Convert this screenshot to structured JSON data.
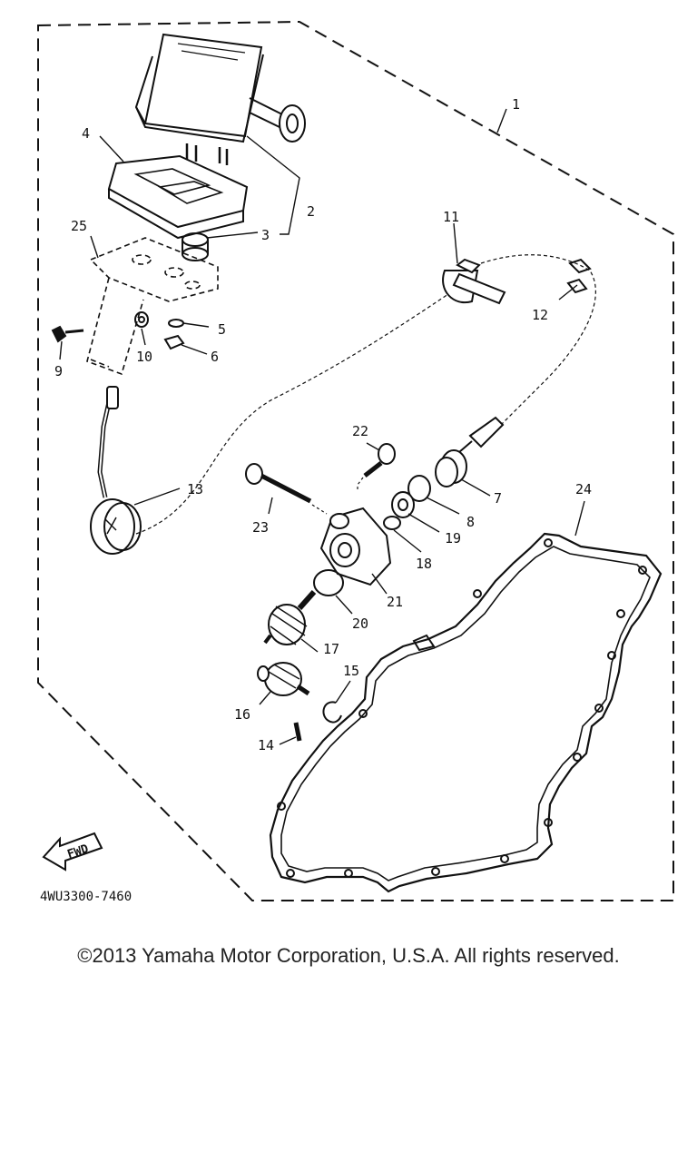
{
  "diagram": {
    "part_numbers": [
      "1",
      "2",
      "3",
      "4",
      "5",
      "6",
      "7",
      "8",
      "9",
      "10",
      "11",
      "12",
      "13",
      "14",
      "15",
      "16",
      "17",
      "18",
      "19",
      "20",
      "21",
      "22",
      "23",
      "24",
      "25"
    ],
    "fwd_label": "FWD",
    "diagram_code": "4WU3300-7460"
  },
  "footer": {
    "copyright": "©2013 Yamaha Motor Corporation, U.S.A. All rights reserved."
  },
  "colors": {
    "ink": "#111111",
    "background": "#ffffff"
  }
}
